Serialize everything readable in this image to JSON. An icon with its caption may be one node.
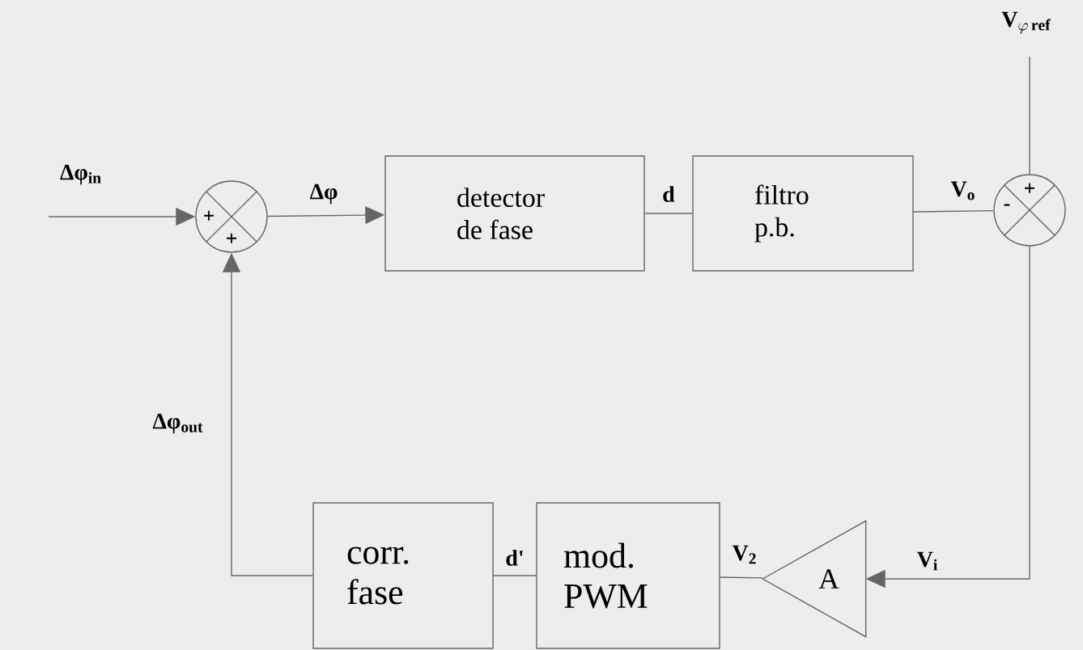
{
  "diagram": {
    "nodes": [
      {
        "text": [
          "+",
          "+"
        ]
      },
      {
        "text": [
          "detector de fase"
        ]
      },
      {
        "text": [
          "filtro p.b."
        ]
      },
      {
        "text": [
          "+",
          "-"
        ]
      },
      {
        "text": [
          "A"
        ]
      },
      {
        "text": [
          "mod. PWM"
        ]
      },
      {
        "text": [
          "corr. fase"
        ]
      }
    ],
    "edges": [
      {
        "from": null,
        "to": 0,
        "arrow": "to",
        "label": "Δφ$_{in}$"
      },
      {
        "from": 0,
        "to": 1,
        "arrow": "to",
        "label": "Δφ"
      },
      {
        "from": 1,
        "to": 2,
        "arrow": "none",
        "label": "d"
      },
      {
        "from": 2,
        "to": 3,
        "arrow": "none",
        "label": "V$_{o}$"
      },
      {
        "from": null,
        "to": 3,
        "arrow": "none",
        "label": "\\mathbf{V}_{\\varphi\\,\\mathbf{ref}}"
      },
      {
        "from": 3,
        "to": 4,
        "arrow": "to",
        "label": "V$_{i}$"
      },
      {
        "from": 4,
        "to": 5,
        "arrow": "none",
        "label": "V$_{2}$"
      },
      {
        "from": 5,
        "to": 6,
        "arrow": "none",
        "label": "d'"
      },
      {
        "from": 6,
        "to": 0,
        "arrow": "to",
        "label": "Δφ$_{out}$"
      }
    ]
  }
}
